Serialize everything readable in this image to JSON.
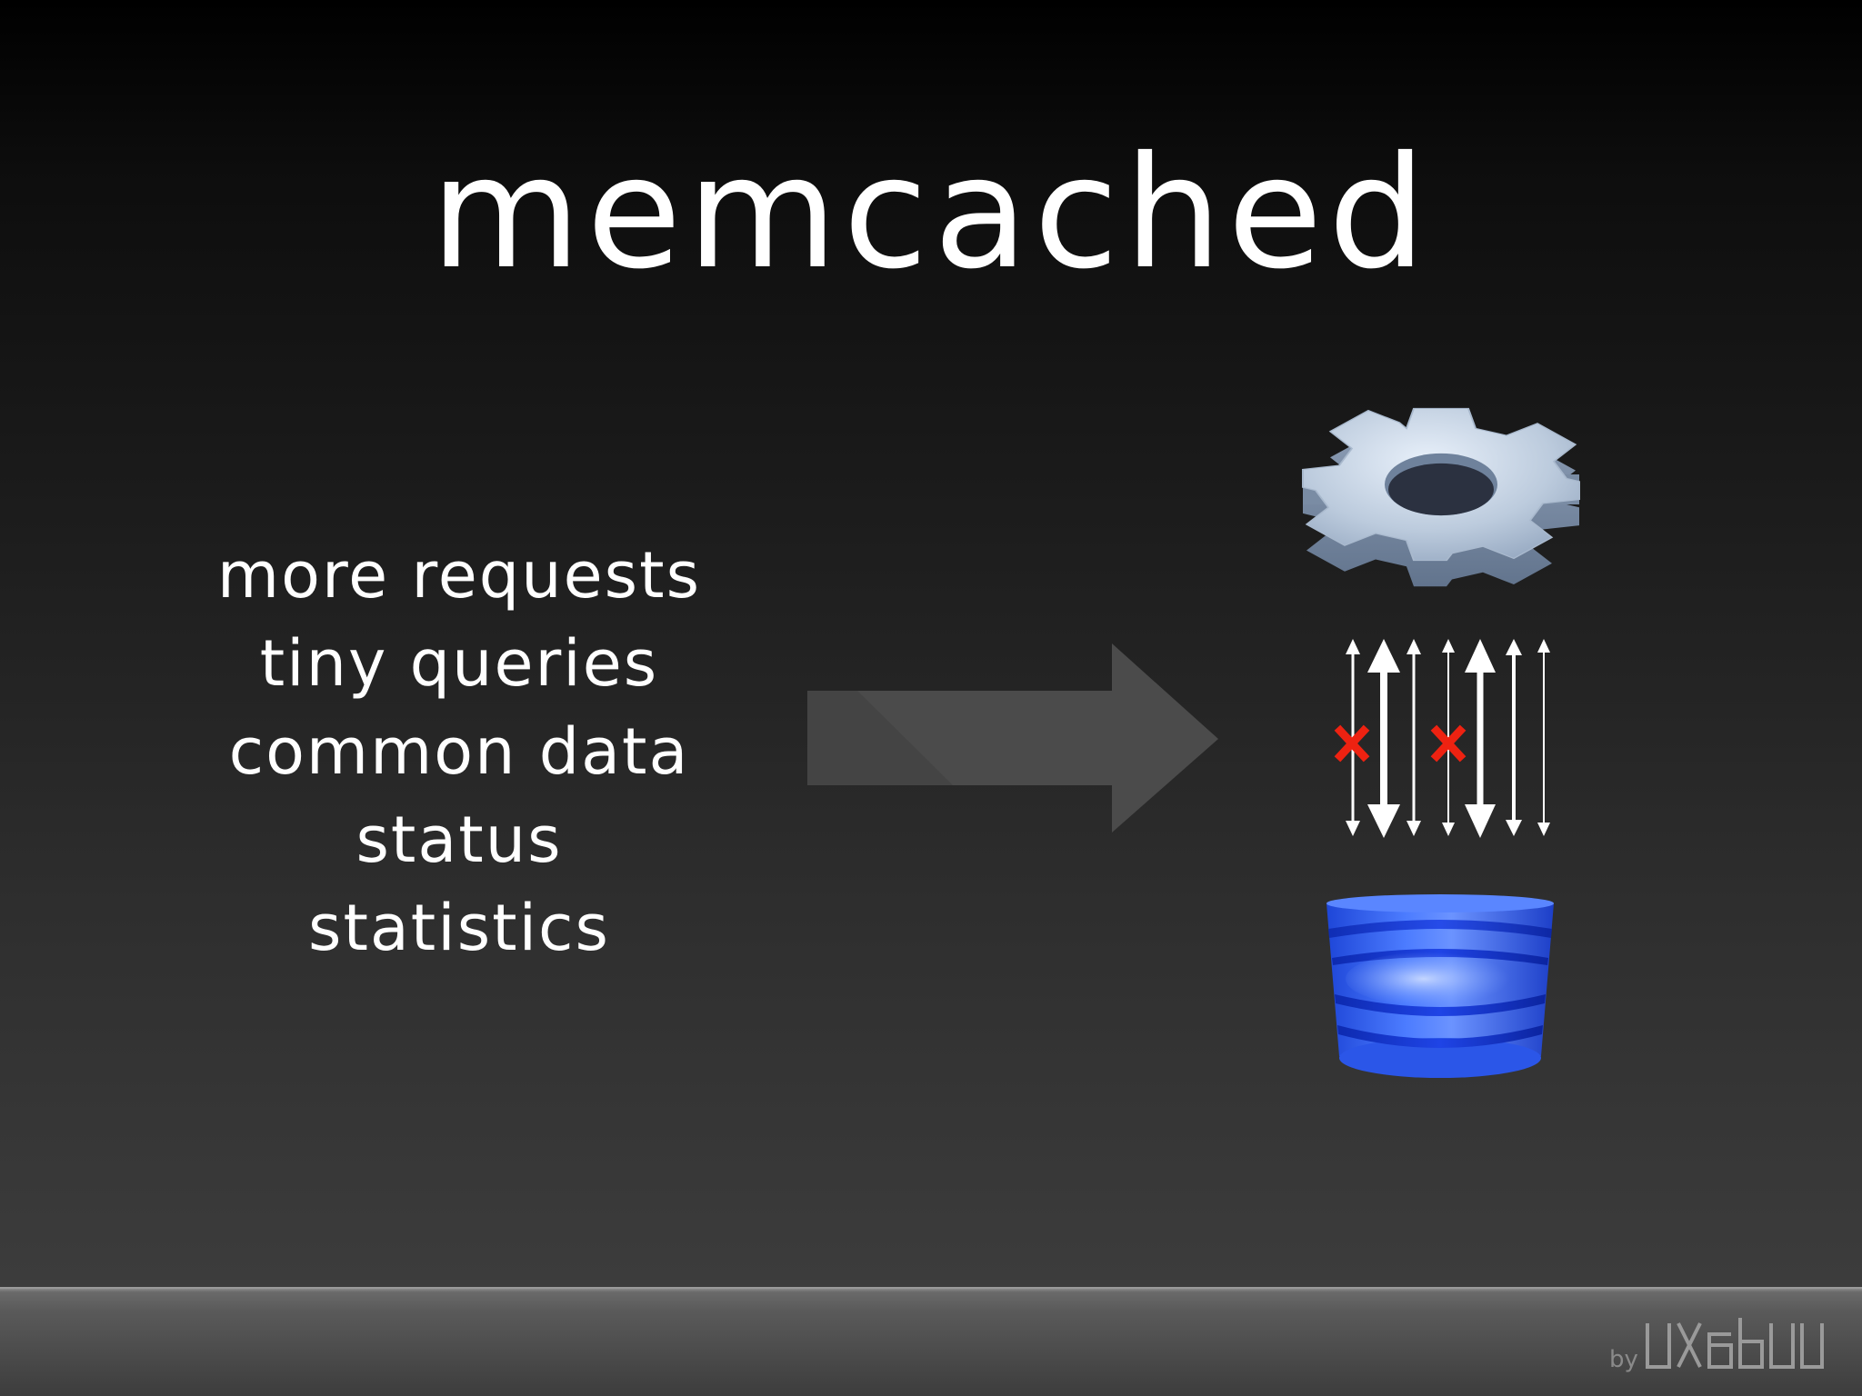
{
  "slide": {
    "title": "memcached",
    "bullets": [
      "more requests",
      "tiny queries",
      "common data",
      "status",
      "statistics"
    ]
  },
  "diagram": {
    "icons": [
      "gear-icon",
      "arrow-right-icon",
      "traffic-arrows-icon",
      "database-icon"
    ],
    "cross_mark_color": "#ee2211",
    "database_color": "#2d5cf0",
    "gear_color": "#b8c8dc"
  },
  "footer": {
    "by_label": "by",
    "logo_text": "uxebu"
  }
}
